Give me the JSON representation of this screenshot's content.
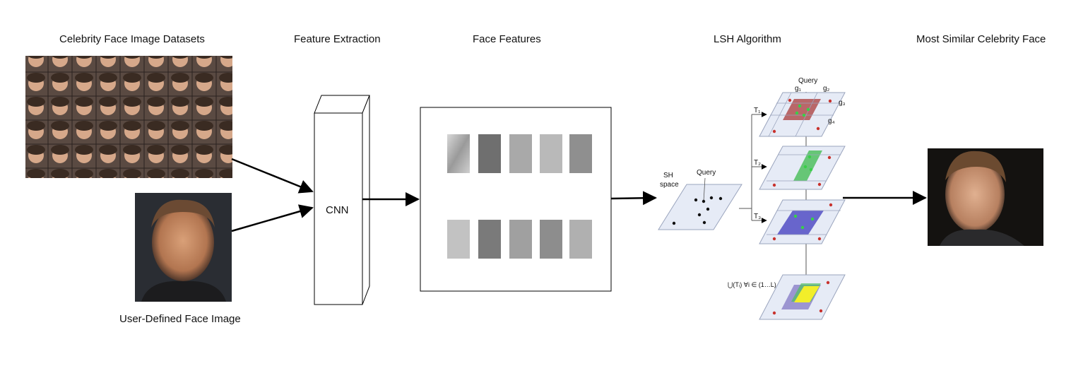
{
  "stages": {
    "datasets": "Celebrity Face Image Datasets",
    "extraction": "Feature Extraction",
    "features": "Face Features",
    "lsh": "LSH Algorithm",
    "result": "Most Similar Celebrity Face"
  },
  "user_image_label": "User-Defined Face Image",
  "cnn_label": "CNN",
  "sh_space": {
    "line1": "SH",
    "line2": "space",
    "query": "Query"
  },
  "hash_stack": {
    "query": "Query",
    "g1": "g₁",
    "g2": "g₂",
    "g3": "g₃",
    "g4": "g₄",
    "t1": "T₁",
    "t2": "T₂",
    "t3": "T₃",
    "union": "⋃(Tᵢ) ∀i ∈ (1…L)"
  },
  "colors": {
    "tile_red": "#b05050",
    "tile_green": "#4fbf5f",
    "tile_blue": "#5a57c8",
    "tile_yellow": "#f2ee2a",
    "point_red": "#c8322d",
    "point_green": "#38d048",
    "plane_fill": "#e6ebf6",
    "plane_stroke": "#9aa4bd"
  }
}
